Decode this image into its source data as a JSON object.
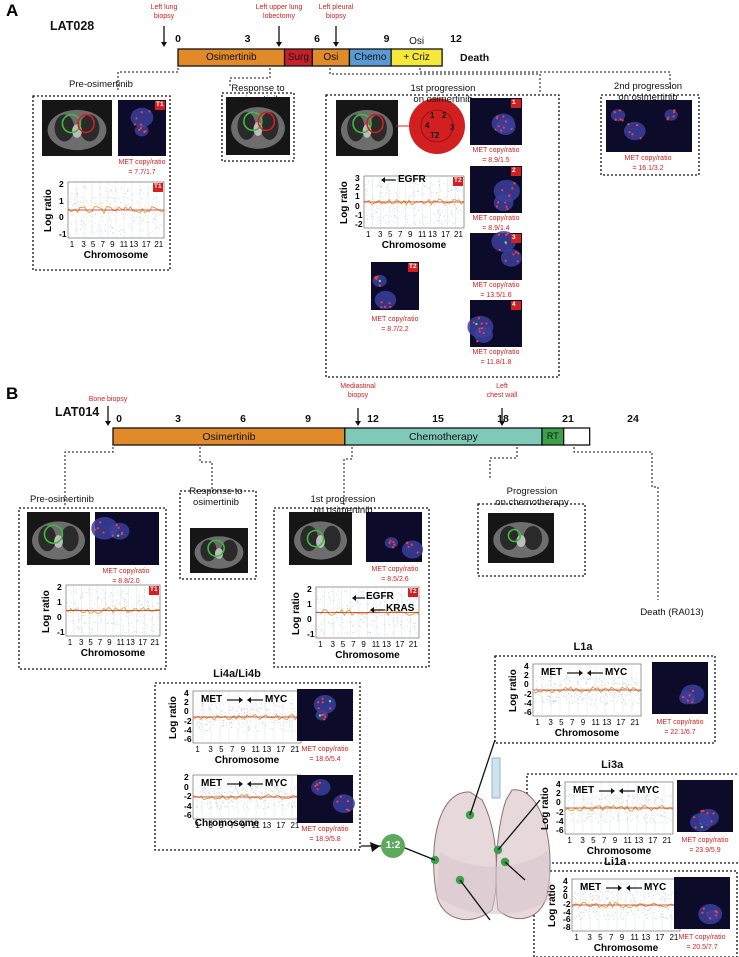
{
  "panel_a": {
    "letter": "A",
    "patient": "LAT028",
    "events": [
      "Left lung\nbiopsy",
      "Left upper lung\nlobectomy",
      "Left pleural\nbiopsy"
    ],
    "ticks": [
      "0",
      "3",
      "6",
      "9",
      "12"
    ],
    "death": "Death",
    "segments": [
      {
        "label": "Osimertinib",
        "color": "#e08a2a"
      },
      {
        "label": "Surg",
        "color": "#c8202a"
      },
      {
        "label": "Osi",
        "color": "#e08a2a"
      },
      {
        "label": "Chemo",
        "color": "#5b9bd5"
      },
      {
        "label": "+ Criz",
        "color": "#f5e83a"
      }
    ],
    "osi_above": "Osi",
    "pre_title": "Pre-osimertinib",
    "pre_met": "MET copy/ratio\n= 7.7/1.7",
    "pre_tag_fish": "T1",
    "pre_tag_cnv": "T1",
    "response_title": "Response to\nosimertinib",
    "prog1_title": "1st progression\non osimertinib",
    "prog1_tag_cnv": "T2",
    "prog1_gene": "EGFR",
    "prog1_t2_met": "MET copy/ratio\n= 8.7/2.2",
    "prog1_t2_tag": "T2",
    "tumor_regions": [
      "1",
      "2",
      "3",
      "4"
    ],
    "tumor_label": "T2",
    "regions": [
      {
        "tag": "1",
        "met": "MET copy/ratio\n= 8.9/1.5"
      },
      {
        "tag": "2",
        "met": "MET copy/ratio\n= 8.9/1.4"
      },
      {
        "tag": "3",
        "met": "MET copy/ratio\n= 13.5/1.6"
      },
      {
        "tag": "4",
        "met": "MET copy/ratio\n= 11.8/1.8"
      }
    ],
    "prog2_title": "2nd progression\non osimertinib",
    "prog2_met": "MET copy/ratio\n= 16.1/3.2"
  },
  "panel_b": {
    "letter": "B",
    "patient": "LAT014",
    "events": [
      "Bone biopsy",
      "Mediastinal\nbiopsy",
      "Left\nchest wall"
    ],
    "ticks": [
      "0",
      "3",
      "6",
      "9",
      "12",
      "15",
      "18",
      "21",
      "24"
    ],
    "segments": [
      {
        "label": "Osimertinib",
        "color": "#e08a2a"
      },
      {
        "label": "Chemotherapy",
        "color": "#7fc9b8"
      },
      {
        "label": "RT",
        "color": "#3aa14a"
      }
    ],
    "pre_title": "Pre-osimertinib",
    "pre_met": "MET copy/ratio\n= 8.8/2.0",
    "pre_tag_cnv": "T1",
    "response_title": "Response to\nosimertinib",
    "prog1_title": "1st progression\non osimertinib",
    "prog1_met": "MET copy/ratio\n= 8.5/2.6",
    "prog1_tag_cnv": "T2",
    "prog1_genes": [
      "EGFR",
      "KRAS"
    ],
    "chemo_title": "Progression\non chemotherapy",
    "death": "Death (RA013)",
    "autopsy": [
      {
        "title": "L1a",
        "met": "MET copy/ratio\n= 22.1/6.7"
      },
      {
        "title": "Li3a",
        "met": "MET copy/ratio\n= 23.9/5.9"
      },
      {
        "title": "Li1a",
        "met": "MET copy/ratio\n= 20.5/7.7"
      },
      {
        "title": "Li4a/Li4b",
        "met": "MET copy/ratio\n= 18.6/5.4",
        "met2": "MET copy/ratio\n= 18.9/5.8"
      }
    ],
    "ratio": "1:2"
  },
  "cnv": {
    "ylabel": "Log ratio",
    "xlabel": "Chromosome",
    "xticks": [
      "1",
      "3",
      "5",
      "7",
      "9",
      "11",
      "13",
      "17",
      "21"
    ],
    "yt_small": [
      "2",
      "1",
      "0",
      "-1"
    ],
    "yt_a2": [
      "3",
      "2",
      "1",
      "0",
      "-1",
      "-2"
    ],
    "yt_b": [
      "2",
      "0",
      "-2"
    ],
    "yt_big": [
      "4",
      "2",
      "0",
      "-2",
      "-4",
      "-6"
    ],
    "yt_big8": [
      "4",
      "2",
      "0",
      "-2",
      "-4",
      "-6",
      "-8"
    ],
    "met": "MET",
    "myc": "MYC"
  },
  "colors": {
    "red": "#d21f1f",
    "scatter": "#9ec9e6",
    "trend": "#e0a12a",
    "seg_line": "#c8202a"
  }
}
